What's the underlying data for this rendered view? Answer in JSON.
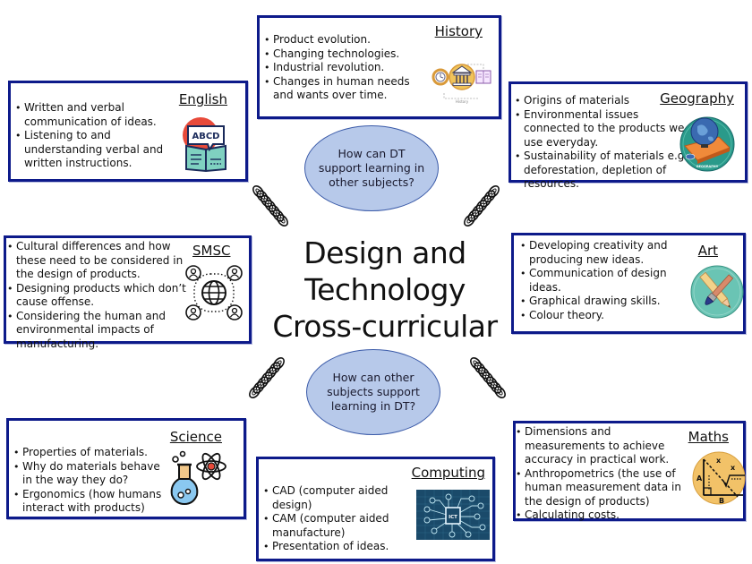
{
  "center": {
    "title_lines": [
      "Design and",
      "Technology",
      "Cross-curricular"
    ]
  },
  "questions": {
    "top": "How can DT support learning in other subjects?",
    "bottom": "How can other subjects support learning in DT?"
  },
  "colors": {
    "box_border": "#0d1a8a",
    "oval_fill": "#b7c9ea",
    "oval_border": "#3a5aa8"
  },
  "subjects": {
    "history": {
      "title": "History",
      "icon": "history-icon",
      "icon_caption": "History",
      "points": [
        "Product evolution.",
        "Changing technologies.",
        "Industrial revolution.",
        "Changes in human needs and wants over time."
      ]
    },
    "english": {
      "title": "English",
      "icon": "book-abcd-icon",
      "icon_text": "ABCD",
      "points": [
        "Written and verbal communication of ideas.",
        "Listening to and understanding verbal and written instructions."
      ]
    },
    "geography": {
      "title": "Geography",
      "icon": "globe-icon",
      "icon_caption": "GEOGRAPHY",
      "points": [
        "Origins of materials",
        "Environmental issues connected to the products we use everyday.",
        "Sustainability of materials e.g. deforestation, depletion of resources."
      ]
    },
    "smsc": {
      "title": "SMSC",
      "icon": "global-people-icon",
      "points": [
        "Cultural differences and how these need to be considered in the design of products.",
        "Designing products which don’t cause offense.",
        "Considering the human and environmental impacts of manufacturing."
      ]
    },
    "art": {
      "title": "Art",
      "icon": "pencil-brush-icon",
      "points": [
        "Developing creativity and producing new ideas.",
        "Communication of design ideas.",
        "Graphical drawing skills.",
        "Colour theory."
      ]
    },
    "science": {
      "title": "Science",
      "icon": "flask-atom-icon",
      "points": [
        "Properties of materials.",
        "Why do materials behave in the way they do?",
        "Ergonomics (how humans interact with products)"
      ]
    },
    "computing": {
      "title": "Computing",
      "icon": "ict-chip-icon",
      "icon_text": "ICT",
      "points": [
        "CAD (computer aided design)",
        "CAM (computer aided manufacture)",
        "Presentation of ideas."
      ]
    },
    "maths": {
      "title": "Maths",
      "icon": "geometry-icon",
      "icon_labels": [
        "A",
        "B",
        "x",
        "x"
      ],
      "points": [
        "Dimensions and measurements to achieve accuracy in practical work.",
        "Anthropometrics (the use of human measurement data in the design of products)",
        "Calculating costs."
      ]
    }
  }
}
